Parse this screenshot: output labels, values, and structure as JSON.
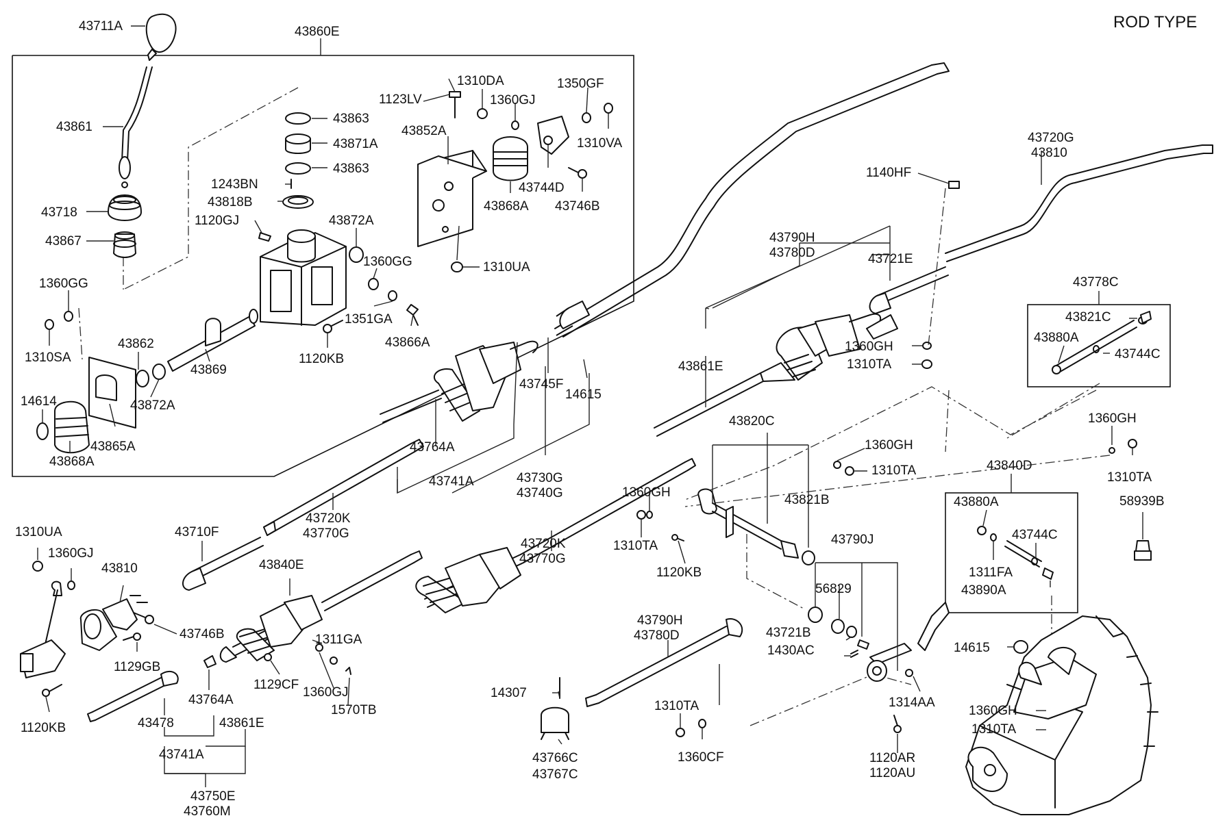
{
  "title": "ROD TYPE",
  "labels": {
    "l43711A": "43711A",
    "l43860E": "43860E",
    "l43861": "43861",
    "l43718": "43718",
    "l43867": "43867",
    "l1360GG_a": "1360GG",
    "l1310SA": "1310SA",
    "l43862": "43862",
    "l43869": "43869",
    "l14614": "14614",
    "l43868A_a": "43868A",
    "l43865A": "43865A",
    "l43872A_a": "43872A",
    "l43863_a": "43863",
    "l43871A": "43871A",
    "l43863_b": "43863",
    "l1243BN": "1243BN",
    "l43818B": "43818B",
    "l1120GJ": "1120GJ",
    "l43872A_b": "43872A",
    "l1360GG_b": "1360GG",
    "l1351GA": "1351GA",
    "l43866A": "43866A",
    "l1120KB_a": "1120KB",
    "l1310DA": "1310DA",
    "l1123LV": "1123LV",
    "l1360GJ_a": "1360GJ",
    "l1350GF": "1350GF",
    "l43852A": "43852A",
    "l1310VA": "1310VA",
    "l43744D": "43744D",
    "l43868A_b": "43868A",
    "l43746B_a": "43746B",
    "l1310UA_a": "1310UA",
    "l43720G": "43720G",
    "l43810_a": "43810",
    "l1140HF": "1140HF",
    "l43790H_a": "43790H",
    "l43780D_a": "43780D",
    "l43721E": "43721E",
    "l43778C": "43778C",
    "l43821C": "43821C",
    "l43880A_a": "43880A",
    "l43744C_a": "43744C",
    "l1360GH_a": "1360GH",
    "l1310TA_a": "1310TA",
    "l43861E_a": "43861E",
    "l43745F": "43745F",
    "l14615_a": "14615",
    "l43764A_a": "43764A",
    "l43741A_a": "43741A",
    "l43730G": "43730G",
    "l43740G": "43740G",
    "l43720K_a": "43720K",
    "l43770G_a": "43770G",
    "l43820C": "43820C",
    "l1360GH_b": "1360GH",
    "l1310TA_b": "1310TA",
    "l43821B": "43821B",
    "l1360GH_c": "1360GH",
    "l1310TA_c": "1310TA",
    "l1120KB_b": "1120KB",
    "l43720K_b": "43720K",
    "l43770G_b": "43770G",
    "l43790J": "43790J",
    "l56829": "56829",
    "l43721B": "43721B",
    "l1430AC": "1430AC",
    "l1360GH_d": "1360GH",
    "l1310TA_d": "1310TA",
    "l58939B": "58939B",
    "l43840D": "43840D",
    "l43880A_b": "43880A",
    "l43744C_b": "43744C",
    "l1311FA": "1311FA",
    "l43890A": "43890A",
    "l14615_b": "14615",
    "l1360GH_e": "1360GH",
    "l1310TA_e": "1310TA",
    "l1310UA_b": "1310UA",
    "l1360GJ_b": "1360GJ",
    "l43810_b": "43810",
    "l43710F": "43710F",
    "l43840E": "43840E",
    "l43746B_b": "43746B",
    "l1129GB": "1129GB",
    "l1311GA": "1311GA",
    "l1129CF": "1129CF",
    "l1360GJ_c": "1360GJ",
    "l1570TB": "1570TB",
    "l43764A_b": "43764A",
    "l43861E_b": "43861E",
    "l43478": "43478",
    "l43741A_b": "43741A",
    "l43750E": "43750E",
    "l43760M": "43760M",
    "l1120KB_c": "1120KB",
    "l43790H_b": "43790H",
    "l43780D_b": "43780D",
    "l14307": "14307",
    "l43766C": "43766C",
    "l43767C": "43767C",
    "l1310TA_f": "1310TA",
    "l1360CF": "1360CF",
    "l1314AA": "1314AA",
    "l1120AR": "1120AR",
    "l1120AU": "1120AU"
  }
}
